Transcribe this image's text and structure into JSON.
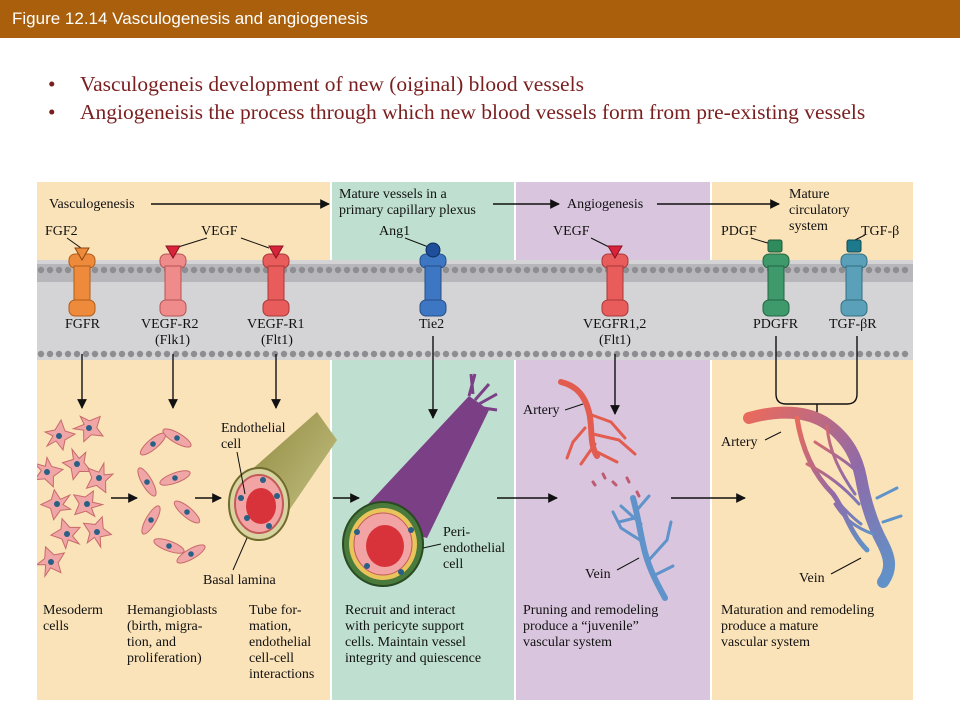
{
  "header": {
    "title": "Figure 12.14  Vasculogenesis and angiogenesis"
  },
  "bullets": [
    {
      "marker": "•",
      "text": "Vasculogeneis development of new (oiginal) blood vessels"
    },
    {
      "marker": "•",
      "text": "Angiogeneisis the process through which new blood vessels form from pre-existing vessels"
    }
  ],
  "colors": {
    "header": "#a95f0c",
    "text": "#7a1f1f",
    "cream": "#fbe3b9",
    "mint": "#bfe0d0",
    "lavender": "#d9c6de",
    "membrane": "#d4d4d6"
  },
  "diagram": {
    "top_labels": {
      "vasculogenesis": "Vasculogenesis",
      "mature_line1": "Mature vessels in a",
      "mature_line2": "primary capillary plexus",
      "angiogenesis": "Angiogenesis",
      "circ_line1": "Mature",
      "circ_line2": "circulatory",
      "circ_line3": "system"
    },
    "ligands": {
      "fgf2": "FGF2",
      "vegf_1": "VEGF",
      "ang1": "Ang1",
      "vegf_2": "VEGF",
      "pdgf": "PDGF",
      "tgfb": "TGF-β"
    },
    "receptors": {
      "fgfr": "FGFR",
      "vegfr2_line1": "VEGF-R2",
      "vegfr2_line2": "(Flk1)",
      "vegfr1_line1": "VEGF-R1",
      "vegfr1_line2": "(Flt1)",
      "tie2": "Tie2",
      "vegfr12_line1": "VEGFR1,2",
      "vegfr12_line2": "(Flt1)",
      "pdgfr": "PDGFR",
      "tgfbr": "TGF-βR"
    },
    "cell_labels": {
      "endothelial_line1": "Endothelial",
      "endothelial_line2": "cell",
      "basal_lamina": "Basal lamina",
      "peri_line1": "Peri-",
      "peri_line2": "endothelial",
      "peri_line3": "cell",
      "artery_1": "Artery",
      "vein_1": "Vein",
      "artery_2": "Artery",
      "vein_2": "Vein"
    },
    "captions": {
      "mesoderm": [
        "Mesoderm",
        "cells"
      ],
      "hemangio": [
        "Hemangioblasts",
        "(birth, migra-",
        "tion, and",
        "proliferation)"
      ],
      "tube": [
        "Tube for-",
        "mation,",
        "endothelial",
        "cell-cell",
        "interactions"
      ],
      "recruit": [
        "Recruit and interact",
        "with pericyte support",
        "cells. Maintain vessel",
        "integrity and quiescence"
      ],
      "pruning": [
        "Pruning and remodeling",
        "produce a “juvenile”",
        "vascular system"
      ],
      "maturation": [
        "Maturation and remodeling",
        "produce a mature",
        "vascular system"
      ]
    }
  }
}
